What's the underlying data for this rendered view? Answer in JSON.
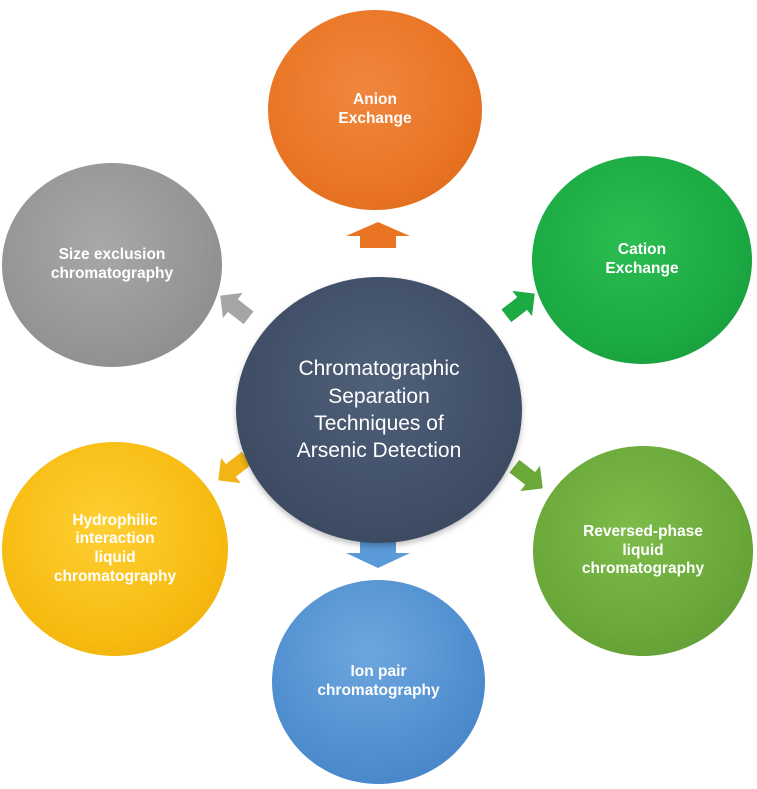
{
  "diagram": {
    "center": {
      "text": "Chromatographic\nSeparation\nTechniques of\nArsenic Detection",
      "color": "#415068"
    },
    "nodes": [
      {
        "id": "anion",
        "text": "Anion\nExchange",
        "color": "#e97524",
        "arrow_color": "#e97524"
      },
      {
        "id": "cation",
        "text": "Cation\nExchange",
        "color": "#1caa43",
        "arrow_color": "#1caa43"
      },
      {
        "id": "reversed",
        "text": "Reversed-phase\nliquid\nchromatography",
        "color": "#6aa83a",
        "arrow_color": "#6aa83a"
      },
      {
        "id": "ionpair",
        "text": "Ion pair\nchromatography",
        "color": "#4f8ecf",
        "arrow_color": "#5b9ad8"
      },
      {
        "id": "hilic",
        "text": "Hydrophilic\ninteraction\nliquid\nchromatography",
        "color": "#f7bc12",
        "arrow_color": "#f2b515"
      },
      {
        "id": "size",
        "text": "Size exclusion\nchromatography",
        "color": "#959595",
        "arrow_color": "#a5a5a5"
      }
    ]
  }
}
